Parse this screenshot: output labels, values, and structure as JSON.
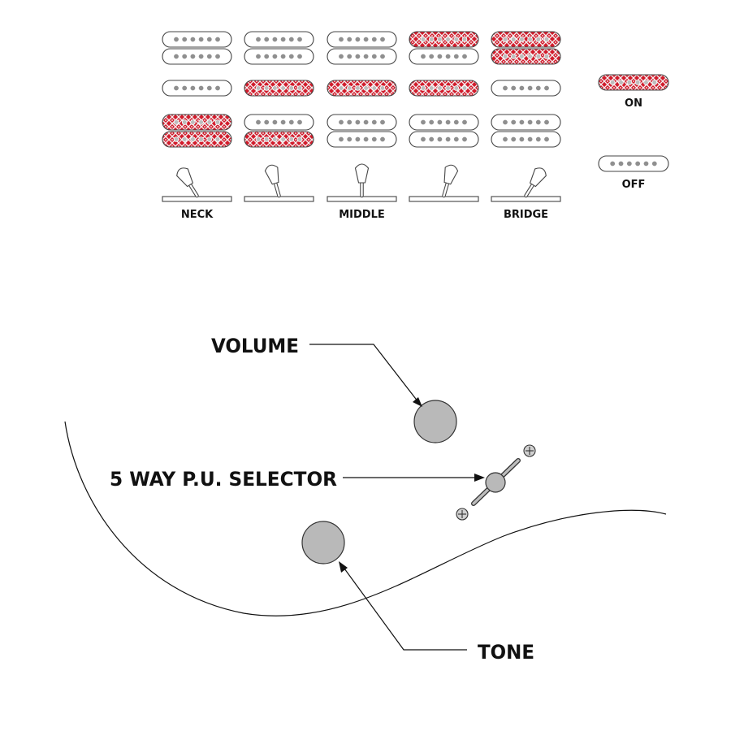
{
  "colors": {
    "on_fill": "#d21c2c",
    "on_dot": "#e9e9e9",
    "off_fill": "#ffffff",
    "off_dot": "#8f8f8f",
    "outline": "#444444",
    "knob_fill": "#b9b9b9",
    "knob_stroke": "#333333",
    "line": "#111111"
  },
  "pickup_chart": {
    "positions": [
      {
        "label": "NECK",
        "bridge_on": [
          false,
          false
        ],
        "middle_on": false,
        "neck_on": [
          true,
          true
        ],
        "lever": "neck"
      },
      {
        "label": "",
        "bridge_on": [
          false,
          false
        ],
        "middle_on": true,
        "neck_on": [
          false,
          true
        ],
        "lever": "neck-mid"
      },
      {
        "label": "MIDDLE",
        "bridge_on": [
          false,
          false
        ],
        "middle_on": true,
        "neck_on": [
          false,
          false
        ],
        "lever": "middle"
      },
      {
        "label": "",
        "bridge_on": [
          true,
          false
        ],
        "middle_on": true,
        "neck_on": [
          false,
          false
        ],
        "lever": "mid-bridge"
      },
      {
        "label": "BRIDGE",
        "bridge_on": [
          true,
          true
        ],
        "middle_on": false,
        "neck_on": [
          false,
          false
        ],
        "lever": "bridge"
      }
    ],
    "legend": {
      "on_label": "ON",
      "off_label": "OFF"
    }
  },
  "controls": {
    "volume_label": "VOLUME",
    "selector_label": "5 WAY P.U. SELECTOR",
    "tone_label": "TONE"
  }
}
